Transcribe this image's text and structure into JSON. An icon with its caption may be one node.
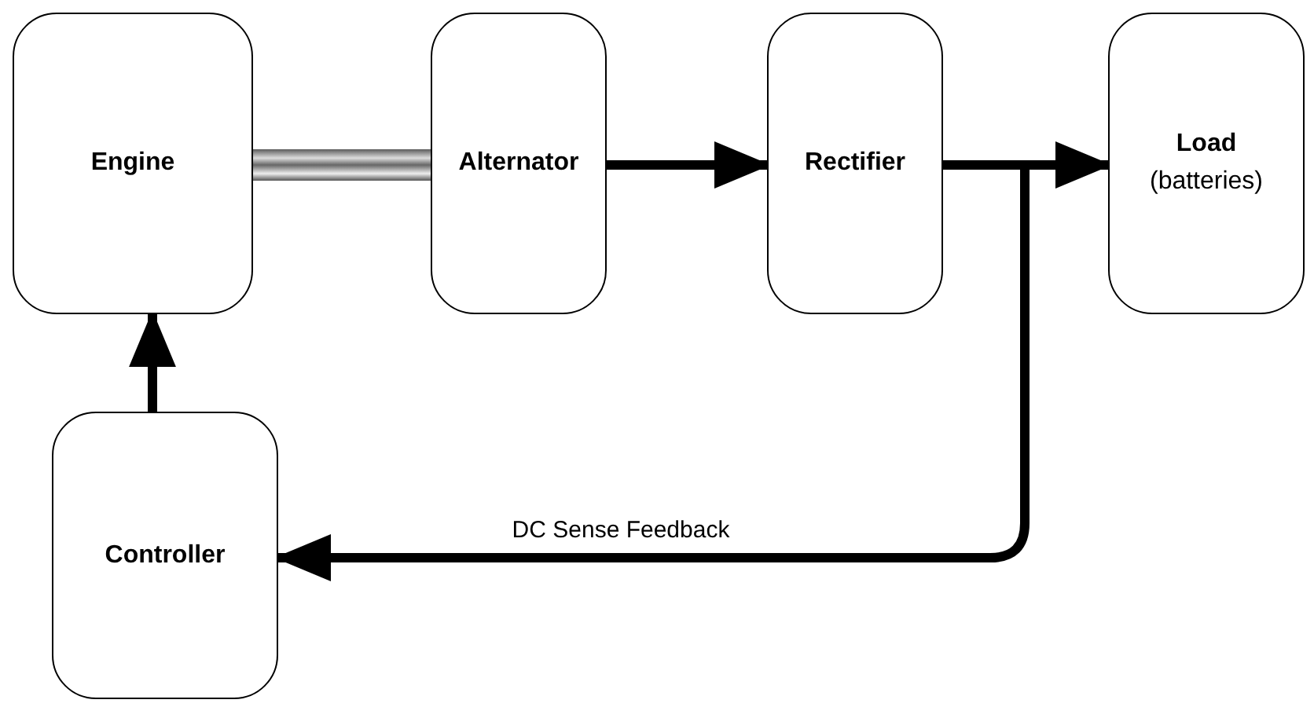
{
  "diagram": {
    "nodes": [
      {
        "text": [
          "Engine"
        ]
      },
      {
        "text": [
          "Alternator"
        ]
      },
      {
        "text": [
          "Rectifier"
        ]
      },
      {
        "text": [
          "Load",
          "(batteries)"
        ]
      },
      {
        "text": [
          "Controller"
        ]
      }
    ],
    "edges": [
      {
        "from": 0,
        "to": 1,
        "arrow": "none",
        "style": "thick"
      },
      {
        "from": 1,
        "to": 2,
        "arrow": "to"
      },
      {
        "from": 2,
        "to": 3,
        "arrow": "to"
      },
      {
        "from": 2,
        "to": 4,
        "arrow": "to",
        "label": "DC Sense Feedback"
      },
      {
        "from": 4,
        "to": 0,
        "arrow": "to"
      }
    ]
  }
}
